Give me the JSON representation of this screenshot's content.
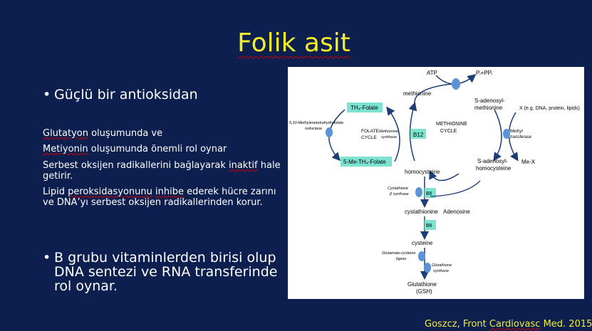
{
  "slide": {
    "title": "Folik asit",
    "bullet1": "Güçlü bir antioksidan",
    "lines": {
      "l1a": "Glutatyon",
      "l1b": " oluşumunda ve",
      "l2a": "Metiyonin",
      "l2b": " oluşumunda önemli rol oynar",
      "l3a": "Serbest oksijen radikallerini bağlayarak ",
      "l3b": "inaktif",
      "l3c": " hale",
      "l3d": "getirir.",
      "l4a": "Lipid ",
      "l4b": "peroksidasyonunu",
      "l4c": " ",
      "l4d": "inhibe",
      "l4e": " ederek hücre zarını",
      "l4f": "ve DNA’yı serbest oksijen radikallerinden korur."
    },
    "bullet2": {
      "line1": "B grubu vitaminlerden birisi olup",
      "line2": "DNA sentezi ve RNA transferinde",
      "line3": "rol oynar."
    },
    "citation": {
      "a": "Goszcz, Front ",
      "b": "Cardiovasc",
      "c": " Med. 2015"
    }
  },
  "diagram": {
    "atp": "ATP",
    "pi": "Pᵢ+PPᵢ",
    "methionine": "methionine",
    "sam1": "S-adenosyl-",
    "sam2": "methionine",
    "x_acceptor": "X (e.g. DNA, protein, lipids)",
    "th4_folate": "TH₄-Folate",
    "methyl_reductase1": "5,10-Methylenetetrahydrofolate",
    "methyl_reductase2": "reductase",
    "folate_cycle1": "FOLATE",
    "folate_cycle2": "CYCLE",
    "ms1": "Methionine",
    "ms2": "synthase",
    "b12": "B12",
    "met_cycle1": "METHIONINE",
    "met_cycle2": "CYCLE",
    "mt1": "Methyl",
    "mt2": "transferase",
    "me_folate": "5-Me-TH₄-Folate",
    "homocysteine": "homocysteine",
    "sah1": "S-adenosyl-",
    "sah2": "homocysteine",
    "mex": "Me-X",
    "cbs1": "Cystathione",
    "cbs2": "β synthase",
    "b6_a": "B6",
    "adenosine": "Adenosine",
    "cystathionine": "cystathionine",
    "b6_b": "B6",
    "cysteine": "cysteine",
    "gcl1": "Glutamate-cysteine",
    "gcl2": "ligase",
    "gs1": "Glutathione",
    "gs2": "synthase",
    "glutathione1": "Glutathione",
    "glutathione2": "(GSH)"
  }
}
